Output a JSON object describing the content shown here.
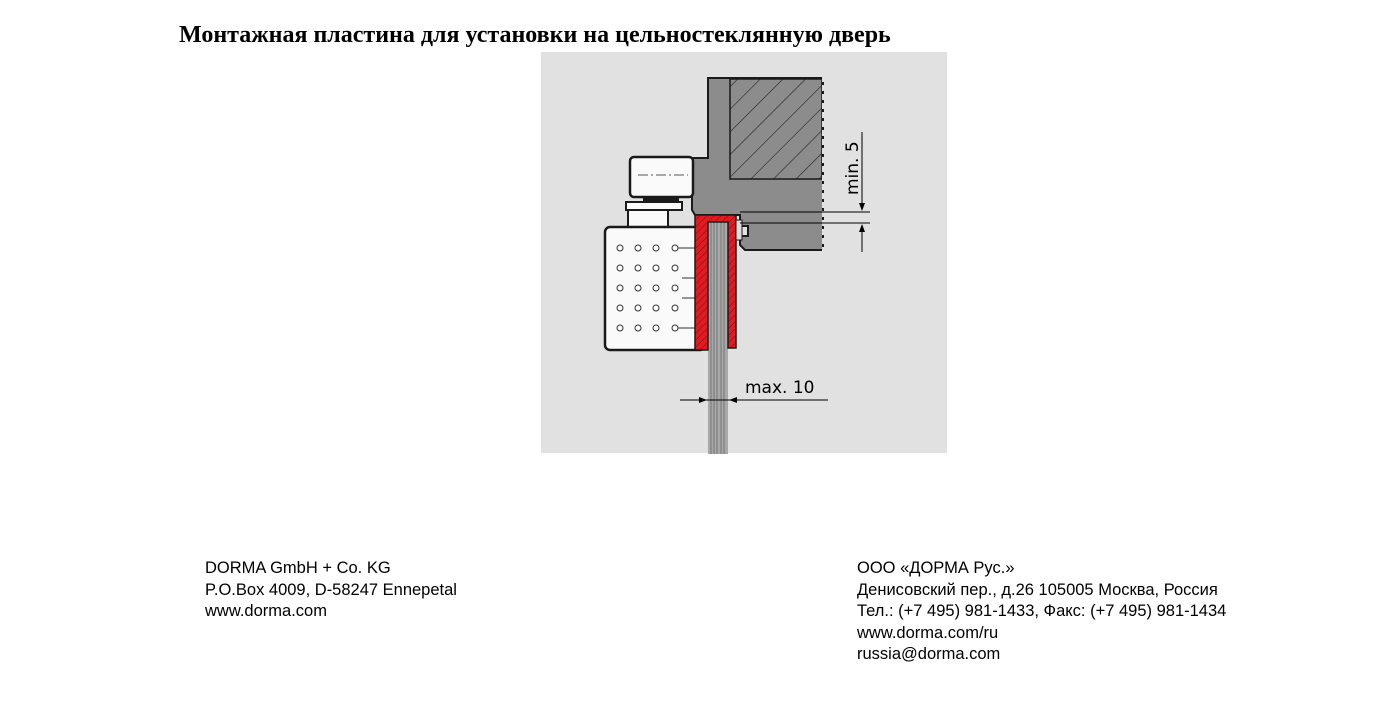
{
  "title": "Монтажная пластина для установки на цельностеклянную дверь",
  "diagram": {
    "dim_min": "min. 5",
    "dim_max": "max. 10",
    "colors": {
      "plate": "#e01b22",
      "frame": "#8c8c8c",
      "background": "#e1e1e1"
    }
  },
  "footer_left": {
    "company": "DORMA GmbH + Co. KG",
    "address": "P.O.Box 4009, D-58247 Ennepetal",
    "website": "www.dorma.com"
  },
  "footer_right": {
    "company": "ООО «ДОРМА Рус.»",
    "address": "Денисовский пер., д.26 105005 Москва, Россия",
    "phone": "Тел.: (+7 495) 981-1433, Факс: (+7 495) 981-1434",
    "website": "www.dorma.com/ru",
    "email": "russia@dorma.com"
  }
}
